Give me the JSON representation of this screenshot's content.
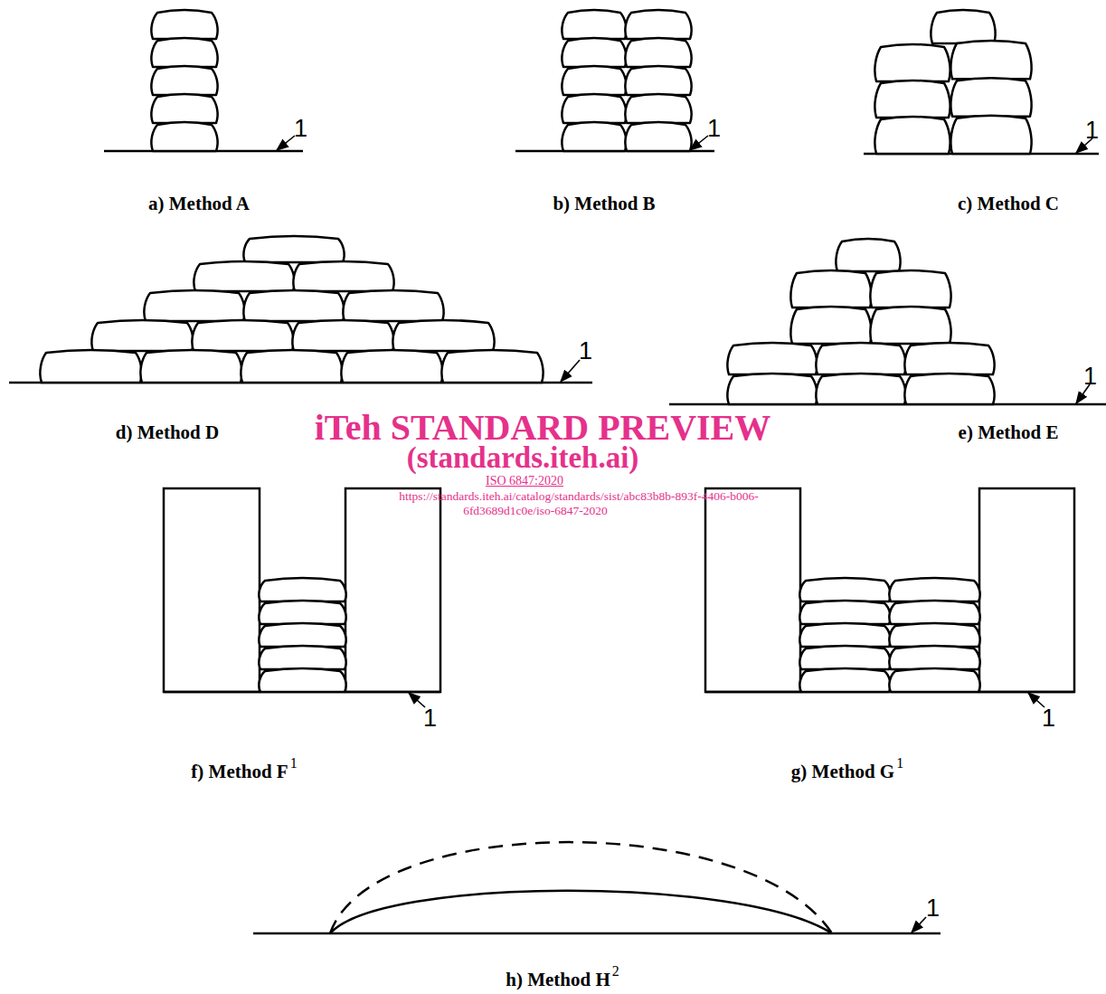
{
  "diagram": {
    "labels": [
      "1",
      "a) Method A",
      "1",
      "b) Method B",
      "1",
      "c) Method C",
      "1",
      "d) Method D",
      "1",
      "e) Method E",
      "iTeh STANDARD PREVIEW",
      "(standards.iteh.ai)",
      "ISO 6847:2020",
      "https://standards.iteh.ai/catalog/standards/sist/abc83b8b-893f-4406-b006-",
      "6fd3689d1c0e/iso-6847-2020",
      "1",
      "f) Method F",
      "1",
      "1",
      "g) Method G",
      "1",
      "1",
      "h) Method H",
      "2"
    ]
  }
}
